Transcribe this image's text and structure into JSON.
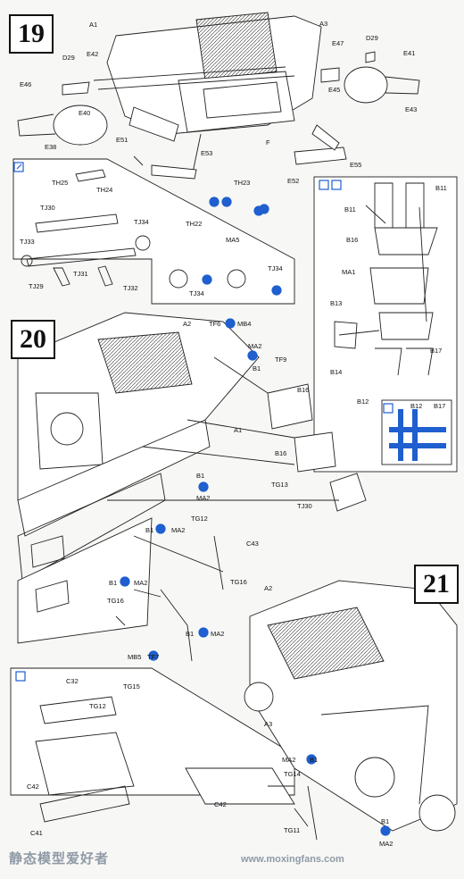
{
  "steps": {
    "s19": "19",
    "s20": "20",
    "s21": "21"
  },
  "labels": {
    "A1": "A1",
    "A2": "A2",
    "A3": "A3",
    "D29a": "D29",
    "D29b": "D29",
    "E42": "E42",
    "E47": "E47",
    "E41": "E41",
    "E46": "E46",
    "E45": "E45",
    "E40": "E40",
    "E43": "E43",
    "E38": "E38",
    "E51": "E51",
    "E53": "E53",
    "E52": "E52",
    "E55": "E55",
    "F": "F",
    "TH25": "TH25",
    "TH24": "TH24",
    "TH23": "TH23",
    "TH22": "TH22",
    "MA5": "MA5",
    "TJ30": "TJ30",
    "TJ34a": "TJ34",
    "TJ34b": "TJ34",
    "TJ34c": "TJ34",
    "TJ33": "TJ33",
    "TJ29": "TJ29",
    "TJ31": "TJ31",
    "TJ32": "TJ32",
    "B11a": "B11",
    "B11b": "B11",
    "B16": "B16",
    "MA1": "MA1",
    "B13": "B13",
    "B14": "B14",
    "B17": "B17",
    "B12": "B12",
    "inset_B12": "B12",
    "inset_B17": "B17",
    "TF6": "TF6",
    "MB4": "MB4",
    "MA2_top": "MA2",
    "B1_top": "B1",
    "TF9": "TF9",
    "B16a": "B16",
    "B16b": "B16",
    "TG13": "TG13",
    "TJ30b": "TJ30",
    "B1_mid": "B1",
    "MA2_mid": "MA2",
    "TG12": "TG12",
    "B1_l": "B1",
    "MA2_l": "MA2",
    "C43": "C43",
    "B1_low": "B1",
    "MA2_low": "MA2",
    "TG16a": "TG16",
    "TG16b": "TG16",
    "B1_r": "B1",
    "MA2_r": "MA2",
    "MB5": "MB5",
    "TF7": "TF7",
    "C32": "C32",
    "TG15": "TG15",
    "TG12b": "TG12",
    "C42a": "C42",
    "C41": "C41",
    "C42b": "C42",
    "A3b": "A3",
    "A2b": "A2",
    "MA2_s21": "MA2",
    "B1_s21": "B1",
    "TG14": "TG14",
    "TG11": "TG11",
    "B1_br": "B1",
    "MA2_br": "MA2"
  },
  "watermark": {
    "cn": "静态模型爱好者",
    "url": "www.moxingfans.com"
  },
  "colors": {
    "ink": "#111111",
    "accent_blue": "#1f5fcf",
    "paper": "#f7f7f5"
  }
}
